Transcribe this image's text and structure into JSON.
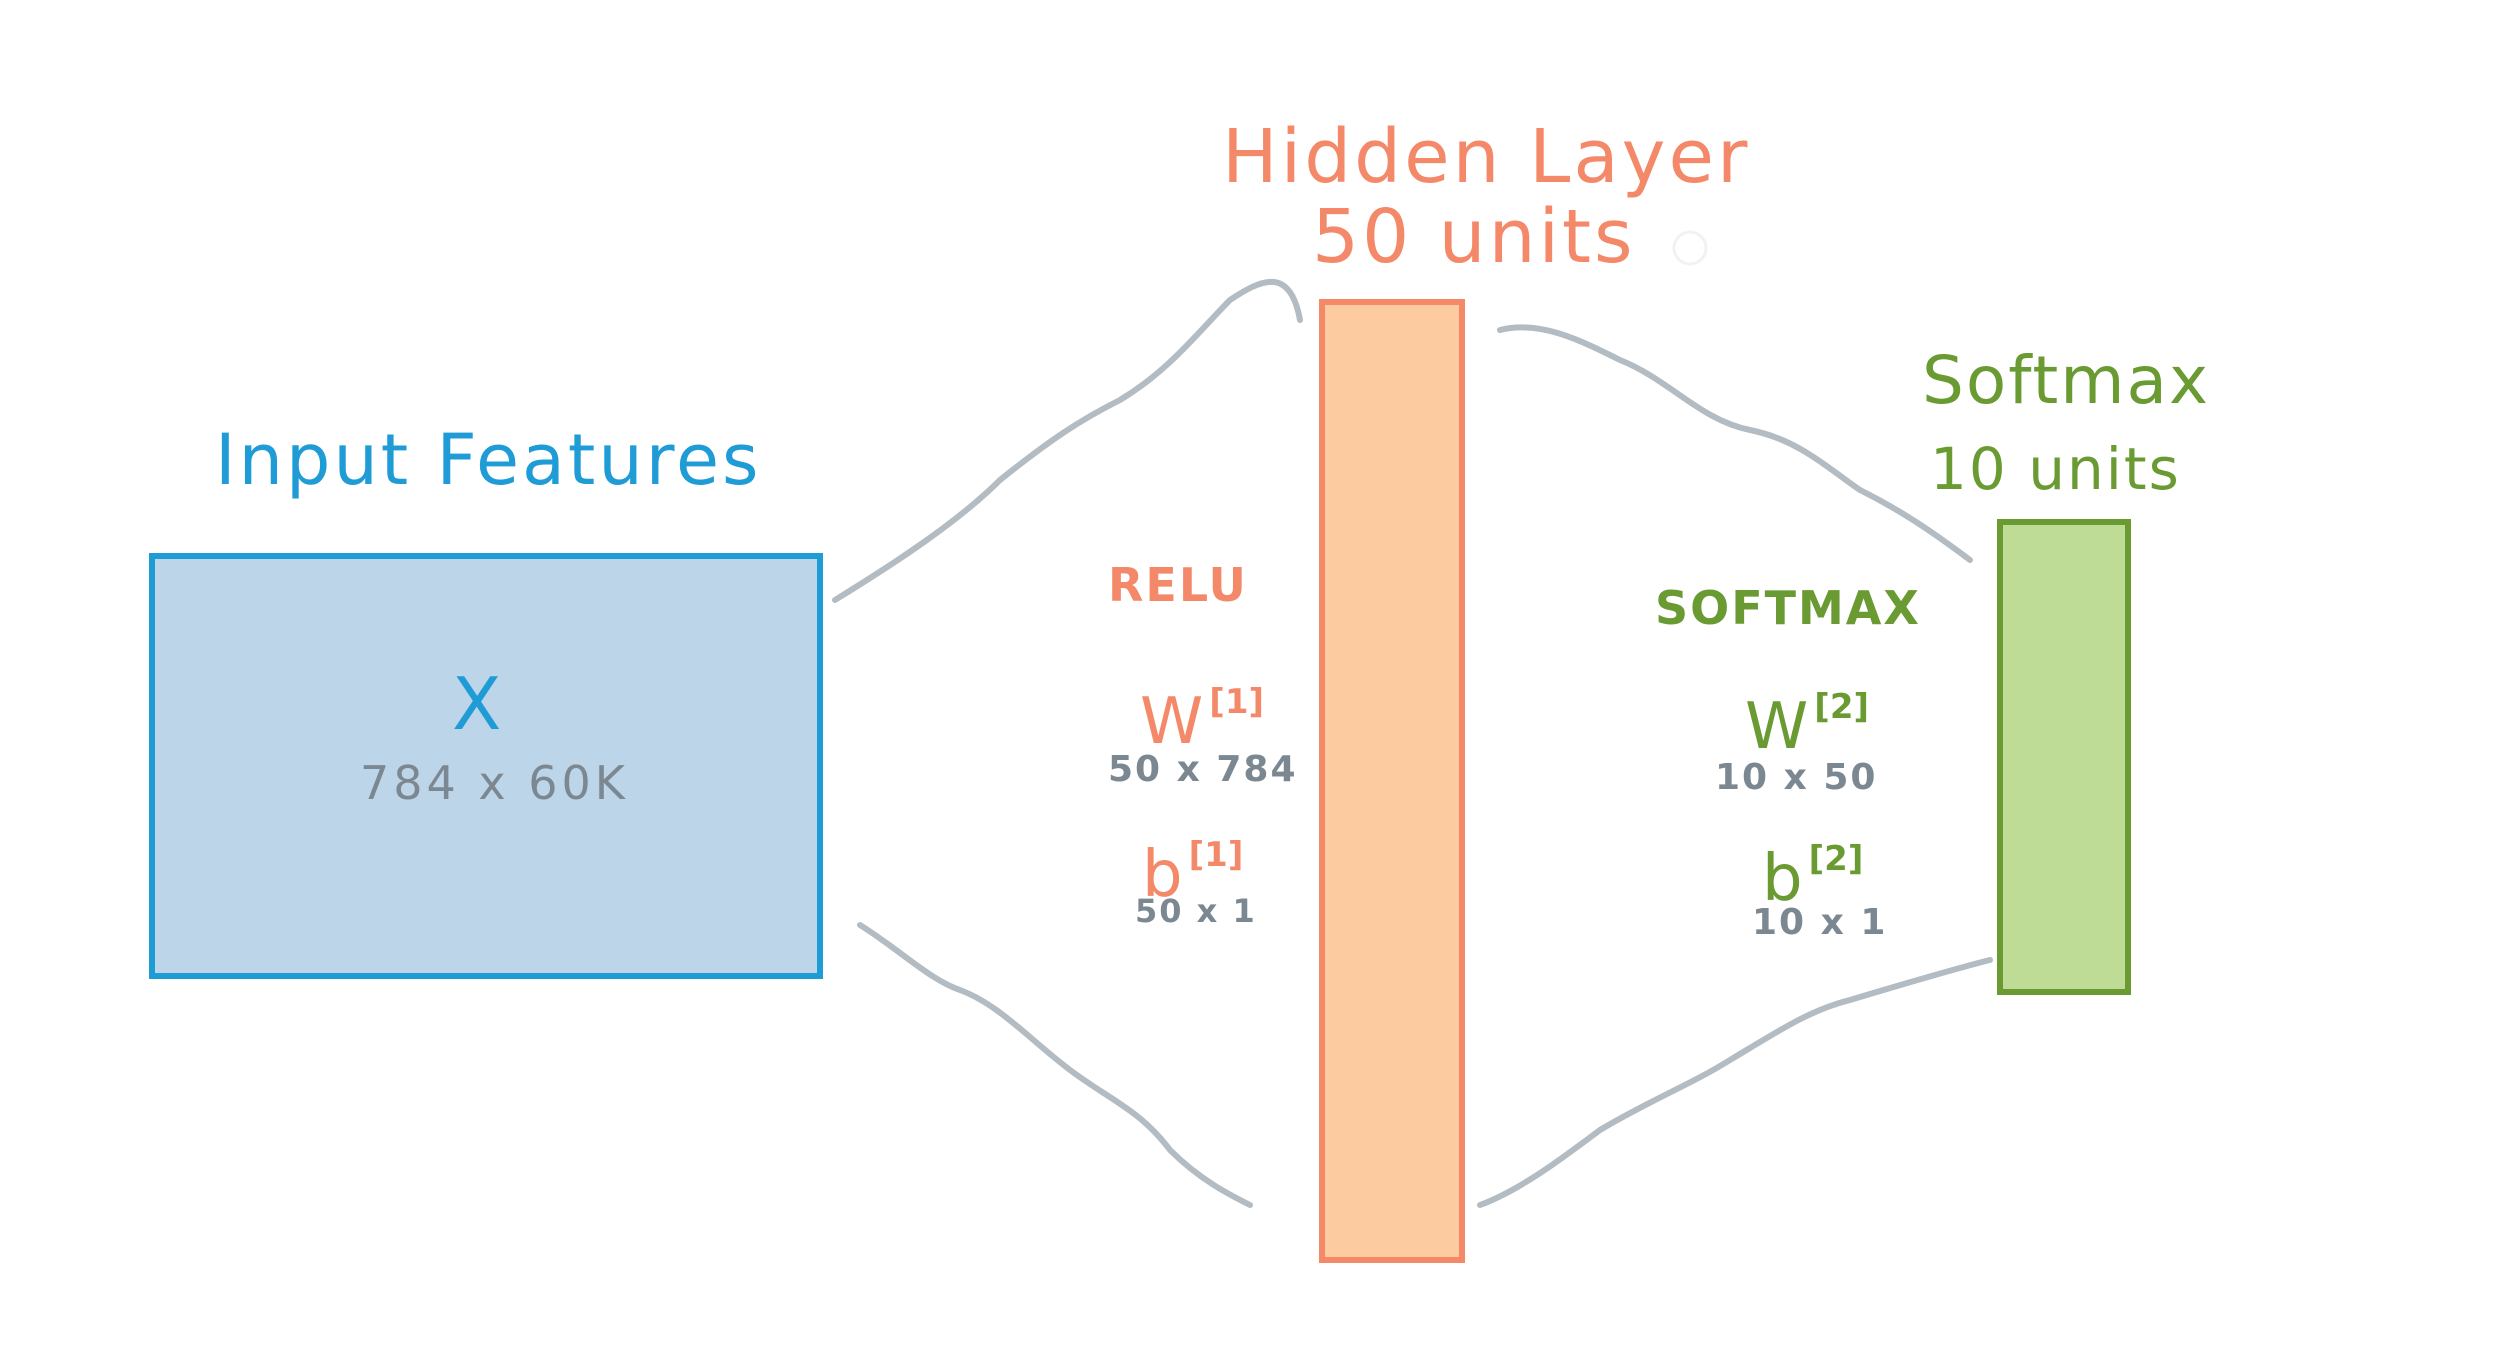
{
  "input": {
    "title": "Input Features",
    "symbol": "X",
    "dims": "784 x 60K"
  },
  "hidden": {
    "title": "Hidden Layer",
    "units": "50 units",
    "activation": "RELU",
    "weight": "W",
    "weight_sup": "[1]",
    "weight_dims": "50 x 784",
    "bias": "b",
    "bias_sup": "[1]",
    "bias_dims": "50 x 1"
  },
  "output": {
    "title": "Softmax",
    "units": "10 units",
    "activation": "SOFTMAX",
    "weight": "W",
    "weight_sup": "[2]",
    "weight_dims": "10 x 50",
    "bias": "b",
    "bias_sup": "[2]",
    "bias_dims": "10 x 1"
  },
  "colors": {
    "input_fill": "#bdd5e8",
    "input_stroke": "#1f9bd6",
    "hidden_fill": "#fccba0",
    "hidden_stroke": "#f4896a",
    "output_fill": "#bedc96",
    "output_stroke": "#6a9a32",
    "connector": "#b3bcc2"
  }
}
